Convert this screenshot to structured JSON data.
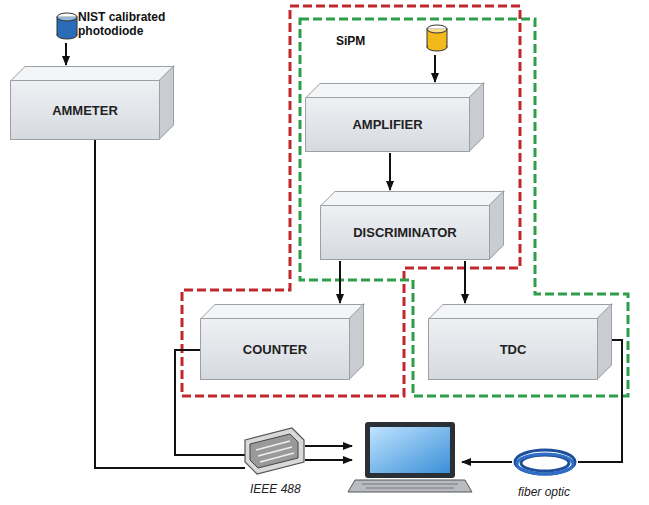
{
  "diagram": {
    "nodes": [
      {
        "text": [
          "NIST calibrated photodiode"
        ]
      },
      {
        "text": [
          "AMMETER"
        ]
      },
      {
        "text": [
          "SiPM"
        ]
      },
      {
        "text": [
          "AMPLIFIER"
        ]
      },
      {
        "text": [
          "DISCRIMINATOR"
        ]
      },
      {
        "text": [
          "COUNTER"
        ]
      },
      {
        "text": [
          "TDC"
        ]
      }
    ],
    "edges": [
      {
        "from": 0,
        "to": 1,
        "arrow": "to"
      },
      {
        "from": 2,
        "to": 3,
        "arrow": "to"
      },
      {
        "from": 3,
        "to": 4,
        "arrow": "to"
      },
      {
        "from": 4,
        "to": 5,
        "arrow": "to"
      },
      {
        "from": 4,
        "to": 6,
        "arrow": "to"
      }
    ],
    "labels": [
      "IEEE 488",
      "fiber optic"
    ]
  }
}
